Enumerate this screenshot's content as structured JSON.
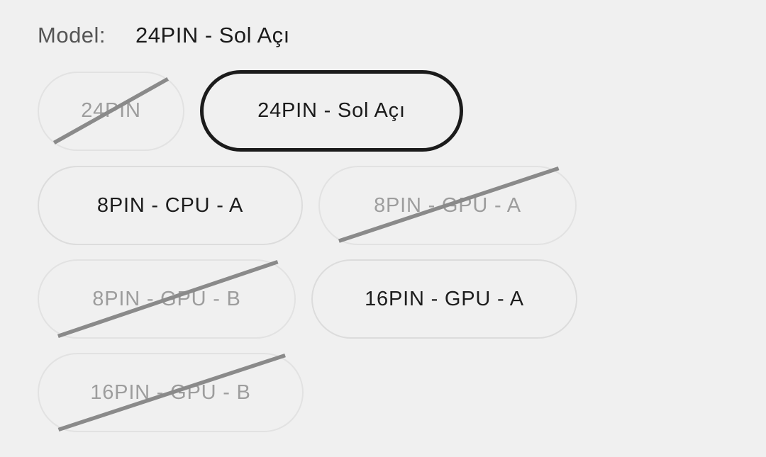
{
  "header": {
    "label": "Model:",
    "value": "24PIN - Sol Açı"
  },
  "options": [
    {
      "label": "24PIN",
      "state": "disabled"
    },
    {
      "label": "24PIN - Sol Açı",
      "state": "selected"
    },
    {
      "label": "8PIN - CPU - A",
      "state": "available"
    },
    {
      "label": "8PIN - GPU - A",
      "state": "disabled"
    },
    {
      "label": "8PIN - GPU - B",
      "state": "disabled"
    },
    {
      "label": "16PIN - GPU - A",
      "state": "available"
    },
    {
      "label": "16PIN - GPU - B",
      "state": "disabled"
    }
  ],
  "colors": {
    "background": "#f0f0f0",
    "pill_border": "#dcdcdc",
    "selected_border": "#1b1b1b",
    "text": "#1d1d1d",
    "disabled_text": "#9d9d9d",
    "strike_line": "#8a8a8a",
    "header_label": "#545454"
  }
}
